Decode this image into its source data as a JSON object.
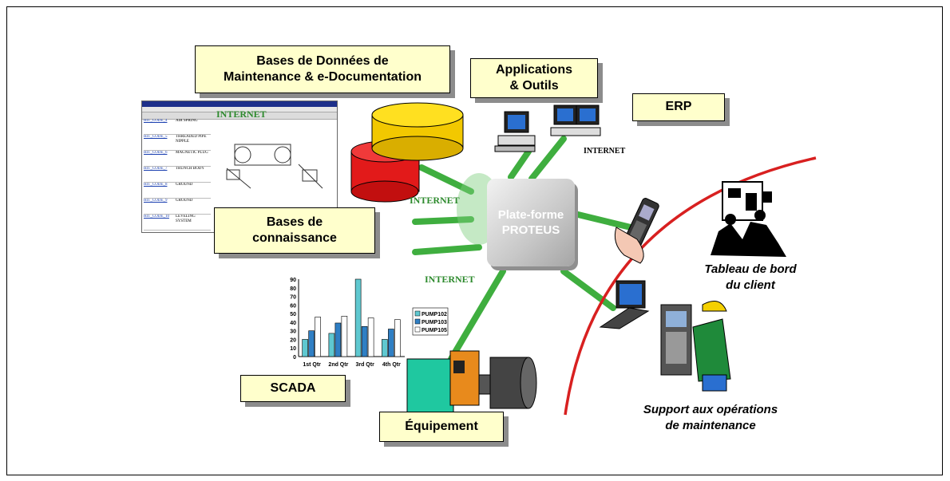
{
  "boxes": {
    "databases": "Bases de Données de\nMaintenance & e-Documentation",
    "applications": "Applications\n& Outils",
    "erp": "ERP",
    "knowledge": "Bases de\nconnaissance",
    "scada": "SCADA",
    "equipment": "Équipement"
  },
  "hub": {
    "line1": "Plate-forme",
    "line2": "PROTEUS"
  },
  "internet_labels": [
    "INTERNET",
    "INTERNET",
    "INTERNET",
    "INTERNET"
  ],
  "captions": {
    "dashboard": "Tableau de bord\ndu client",
    "support": "Support aux opérations\nde maintenance"
  },
  "colors": {
    "link": "#3fae3f",
    "arc": "#d82020",
    "box": "#ffffcc"
  },
  "doc_window": {
    "codes": [
      "HIT_CODE_4",
      "HIT_CODE_5",
      "HIT_CODE_6",
      "HIT_CODE_7",
      "HIT_CODE_8",
      "HIT_CODE_9",
      "HIT_CODE_10"
    ],
    "descriptions": [
      "AIR SPRING",
      "THREADED PIPE NIPPLE",
      "MAGNETIC PLUG",
      "TRUNCH BODY",
      "GROUND",
      "GROUND",
      "LEVELING SYSTEM"
    ]
  },
  "chart_data": {
    "type": "bar",
    "categories": [
      "1st Qtr",
      "2nd Qtr",
      "3rd Qtr",
      "4th Qtr"
    ],
    "series": [
      {
        "name": "PUMP102",
        "values": [
          20,
          27,
          90,
          20
        ]
      },
      {
        "name": "PUMP103",
        "values": [
          30,
          39,
          35,
          32
        ]
      },
      {
        "name": "PUMP105",
        "values": [
          46,
          47,
          45,
          43
        ]
      }
    ],
    "colors": [
      "#5fc8d0",
      "#2f7fc4",
      "#ffffff"
    ],
    "ylim": [
      0,
      90
    ],
    "yticks": [
      0,
      10,
      20,
      30,
      40,
      50,
      60,
      70,
      80,
      90
    ],
    "legend": "right",
    "grid": false
  }
}
